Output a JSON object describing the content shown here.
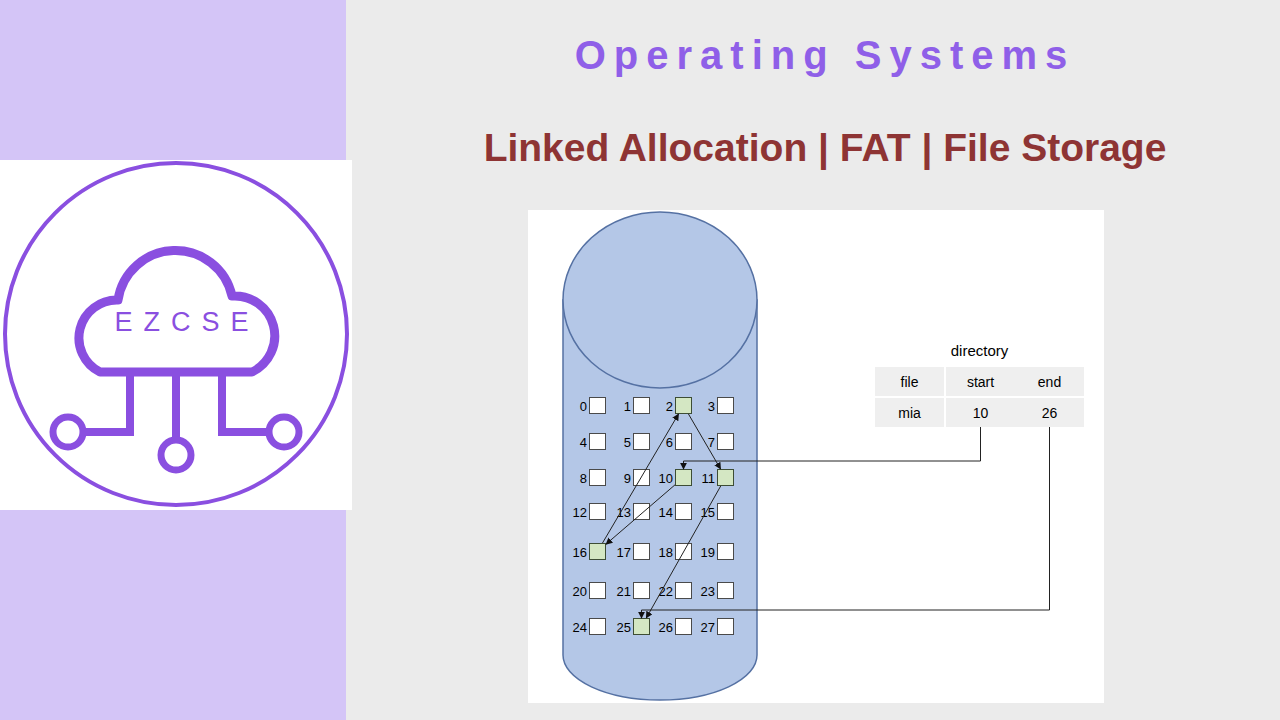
{
  "diagram": {
    "title": "Operating Systems",
    "nodes": [
      {
        "text": [
          "directory"
        ]
      },
      {
        "text": [
          "file"
        ],
        "in": 0
      },
      {
        "text": [
          "start"
        ],
        "in": 0
      },
      {
        "text": [
          "end"
        ],
        "in": 0
      },
      {
        "text": [
          "mia"
        ],
        "in": 0
      },
      {
        "text": [
          "10"
        ],
        "in": 0
      },
      {
        "text": [
          "26"
        ],
        "in": 0
      },
      {
        "text": [
          "0"
        ]
      },
      {
        "text": [
          "1"
        ]
      },
      {
        "text": [
          "2"
        ]
      },
      {
        "text": [
          "3"
        ]
      },
      {
        "text": [
          "4"
        ]
      },
      {
        "text": [
          "5"
        ]
      },
      {
        "text": [
          "6"
        ]
      },
      {
        "text": [
          "7"
        ]
      },
      {
        "text": [
          "8"
        ]
      },
      {
        "text": [
          "9"
        ]
      },
      {
        "text": [
          "10"
        ]
      },
      {
        "text": [
          "11"
        ]
      },
      {
        "text": [
          "12"
        ]
      },
      {
        "text": [
          "13"
        ]
      },
      {
        "text": [
          "14"
        ]
      },
      {
        "text": [
          "15"
        ]
      },
      {
        "text": [
          "16"
        ]
      },
      {
        "text": [
          "17"
        ]
      },
      {
        "text": [
          "18"
        ]
      },
      {
        "text": [
          "19"
        ]
      },
      {
        "text": [
          "20"
        ]
      },
      {
        "text": [
          "21"
        ]
      },
      {
        "text": [
          "22"
        ]
      },
      {
        "text": [
          "23"
        ]
      },
      {
        "text": [
          "24"
        ]
      },
      {
        "text": [
          "25"
        ]
      },
      {
        "text": [
          "26"
        ]
      },
      {
        "text": [
          "27"
        ]
      }
    ],
    "edges": [
      {
        "from": 5,
        "to": 17,
        "arrow": "to"
      },
      {
        "from": 6,
        "to": 32,
        "arrow": "to"
      },
      {
        "from": 17,
        "to": 23,
        "arrow": "to"
      },
      {
        "from": 23,
        "to": 9,
        "arrow": "to"
      },
      {
        "from": 9,
        "to": 18,
        "arrow": "to"
      },
      {
        "from": 18,
        "to": 32,
        "arrow": "to"
      }
    ],
    "labels": [
      "Linked Allocation | FAT | File Storage",
      "EZCSE"
    ]
  }
}
